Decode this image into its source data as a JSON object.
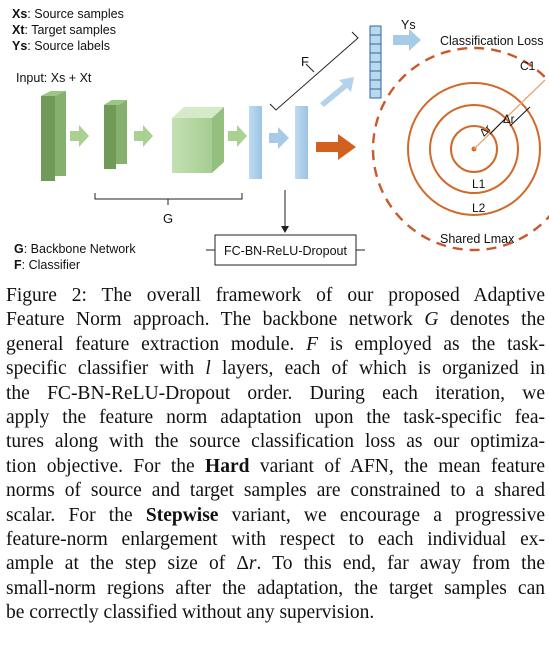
{
  "legend_top": [
    {
      "key": "Xs",
      "text": ": Source samples"
    },
    {
      "key": "Xt",
      "text": ": Target samples"
    },
    {
      "key": "Ys",
      "text": ": Source labels"
    }
  ],
  "input_label": "Input: Xs + Xt",
  "g_label": "G",
  "f_label": "F",
  "ys_label": "Ys",
  "classification_loss": "Classification Loss",
  "fc_box": "FC-BN-ReLU-Dropout",
  "legend_bottom": [
    {
      "key": "G",
      "text": ": Backbone Network"
    },
    {
      "key": "F",
      "text": ": Classifier"
    }
  ],
  "norm_diagram": {
    "c1": "C1",
    "delta_r": "Δr",
    "l1": "L1",
    "l2": "L2",
    "shared": "Shared Lmax"
  },
  "colors": {
    "backbone_green": "#a9cf94",
    "feature_blue": "#a6cbe6",
    "norm_orange": "#d2601e",
    "ring_dashed": "#c9582a"
  },
  "caption": {
    "prefix": "Figure 2:  The overall framework of our proposed Adaptive Feature Norm approach. The backbone network ",
    "g": "G",
    "mid1": " denotes the general feature extraction module. ",
    "f": "F",
    "mid2": " is employed as the task-specific classifier with ",
    "l": "l",
    "mid3": " layers, each of which is organized in the FC-BN-ReLU-Dropout order.  During each iteration, we apply the feature norm adaptation upon the task-specific features along with the source classification loss as our optimization objective. For the ",
    "hard": "Hard",
    "mid4": " variant of AFN, the mean feature norms of source and target samples are constrained to a shared scalar.  For the ",
    "stepwise": "Stepwise",
    "mid5": " variant, we encourage a progressive feature-norm enlargement with respect to each individual example at the step size of ",
    "delta": "Δr",
    "end": ".  To this end, far away from the small-norm regions after the adaptation, the target samples can be correctly classified without any supervision."
  }
}
